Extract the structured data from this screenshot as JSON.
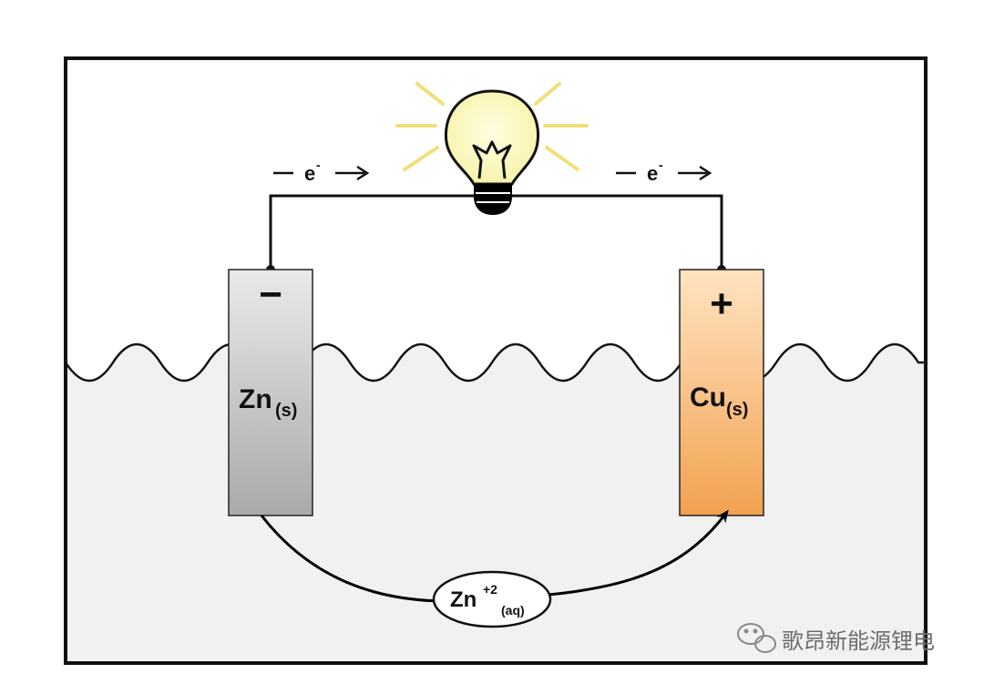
{
  "colors": {
    "frame": "#111111",
    "electrolyte": "#f1f1f1",
    "zinc_light": "#e9e9e9",
    "zinc_dark": "#a9a9a9",
    "copper_light": "#ffe3c2",
    "copper_dark": "#f2a250",
    "bulb_glow": "#f7f3a8",
    "bulb_rays": "#f0e07a",
    "bulb_base": "#000000"
  },
  "icons": {
    "bulb": "light-bulb-icon",
    "arrow": "arrow-right-icon",
    "watermark_logo": "wechat-logo-icon"
  },
  "labels": {
    "electron_left": {
      "text": "e",
      "sup": "-"
    },
    "electron_right": {
      "text": "e",
      "sup": "-"
    },
    "anode_sign": "−",
    "cathode_sign": "+",
    "anode": {
      "text": "Zn",
      "sub": "(s)"
    },
    "cathode": {
      "text": "Cu",
      "sub": "(s)"
    },
    "ion": {
      "text": "Zn",
      "sup": "+2",
      "sub": "(aq)"
    }
  },
  "watermark": "歌昂新能源锂电"
}
